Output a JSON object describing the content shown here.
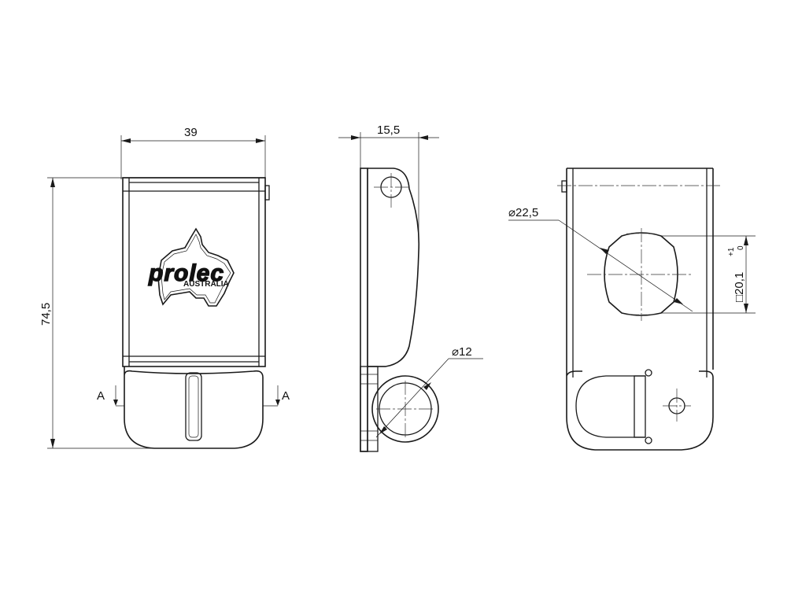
{
  "front_view": {
    "dim_width": "39",
    "dim_height": "74,5",
    "section_mark_left": "A",
    "section_mark_right": "A",
    "logo_main": "prolec",
    "logo_sub": "AUSTRALIA"
  },
  "side_view": {
    "dim_depth": "15,5",
    "dim_pin_diameter": "⌀12"
  },
  "rear_view": {
    "dim_hole_diameter": "⌀22,5",
    "dim_square": "□20,1",
    "tol_upper": "+1",
    "tol_lower": "0"
  }
}
